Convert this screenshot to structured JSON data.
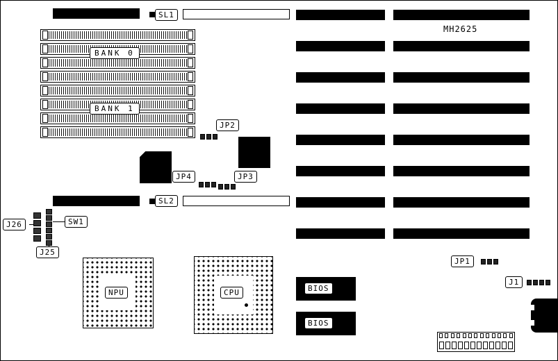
{
  "board": {
    "part_number": "MH2625"
  },
  "labels": {
    "sl1": "SL1",
    "sl2": "SL2",
    "bank0": "BANK 0",
    "bank1": "BANK 1",
    "jp1": "JP1",
    "jp2": "JP2",
    "jp3": "JP3",
    "jp4": "JP4",
    "j1": "J1",
    "j25": "J25",
    "j26": "J26",
    "sw1": "SW1",
    "npu": "NPU",
    "cpu": "CPU",
    "bios1": "BIOS",
    "bios2": "BIOS"
  }
}
